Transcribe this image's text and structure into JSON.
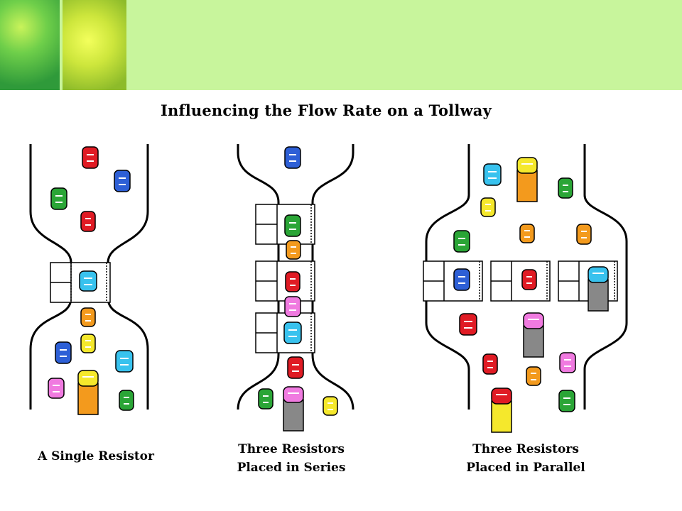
{
  "title": "Influencing the Flow Rate on a Tollway",
  "captions": {
    "single": "A Single Resistor",
    "series_line1": "Three Resistors",
    "series_line2": "Placed in Series",
    "parallel_line1": "Three Resistors",
    "parallel_line2": "Placed in Parallel"
  },
  "colors": {
    "banner": "#c8f59c",
    "red": "#e01b24",
    "blue": "#2d5fd6",
    "green": "#2aa536",
    "orange": "#f39a1d",
    "yellow": "#f5e82c",
    "cyan": "#38c2ee",
    "pink": "#f07ae0",
    "truck_body": "#888888"
  },
  "icons": [
    "lightbulb-photo",
    "lightbulb-photo",
    "car-icon",
    "truck-icon",
    "toll-booth-icon"
  ]
}
